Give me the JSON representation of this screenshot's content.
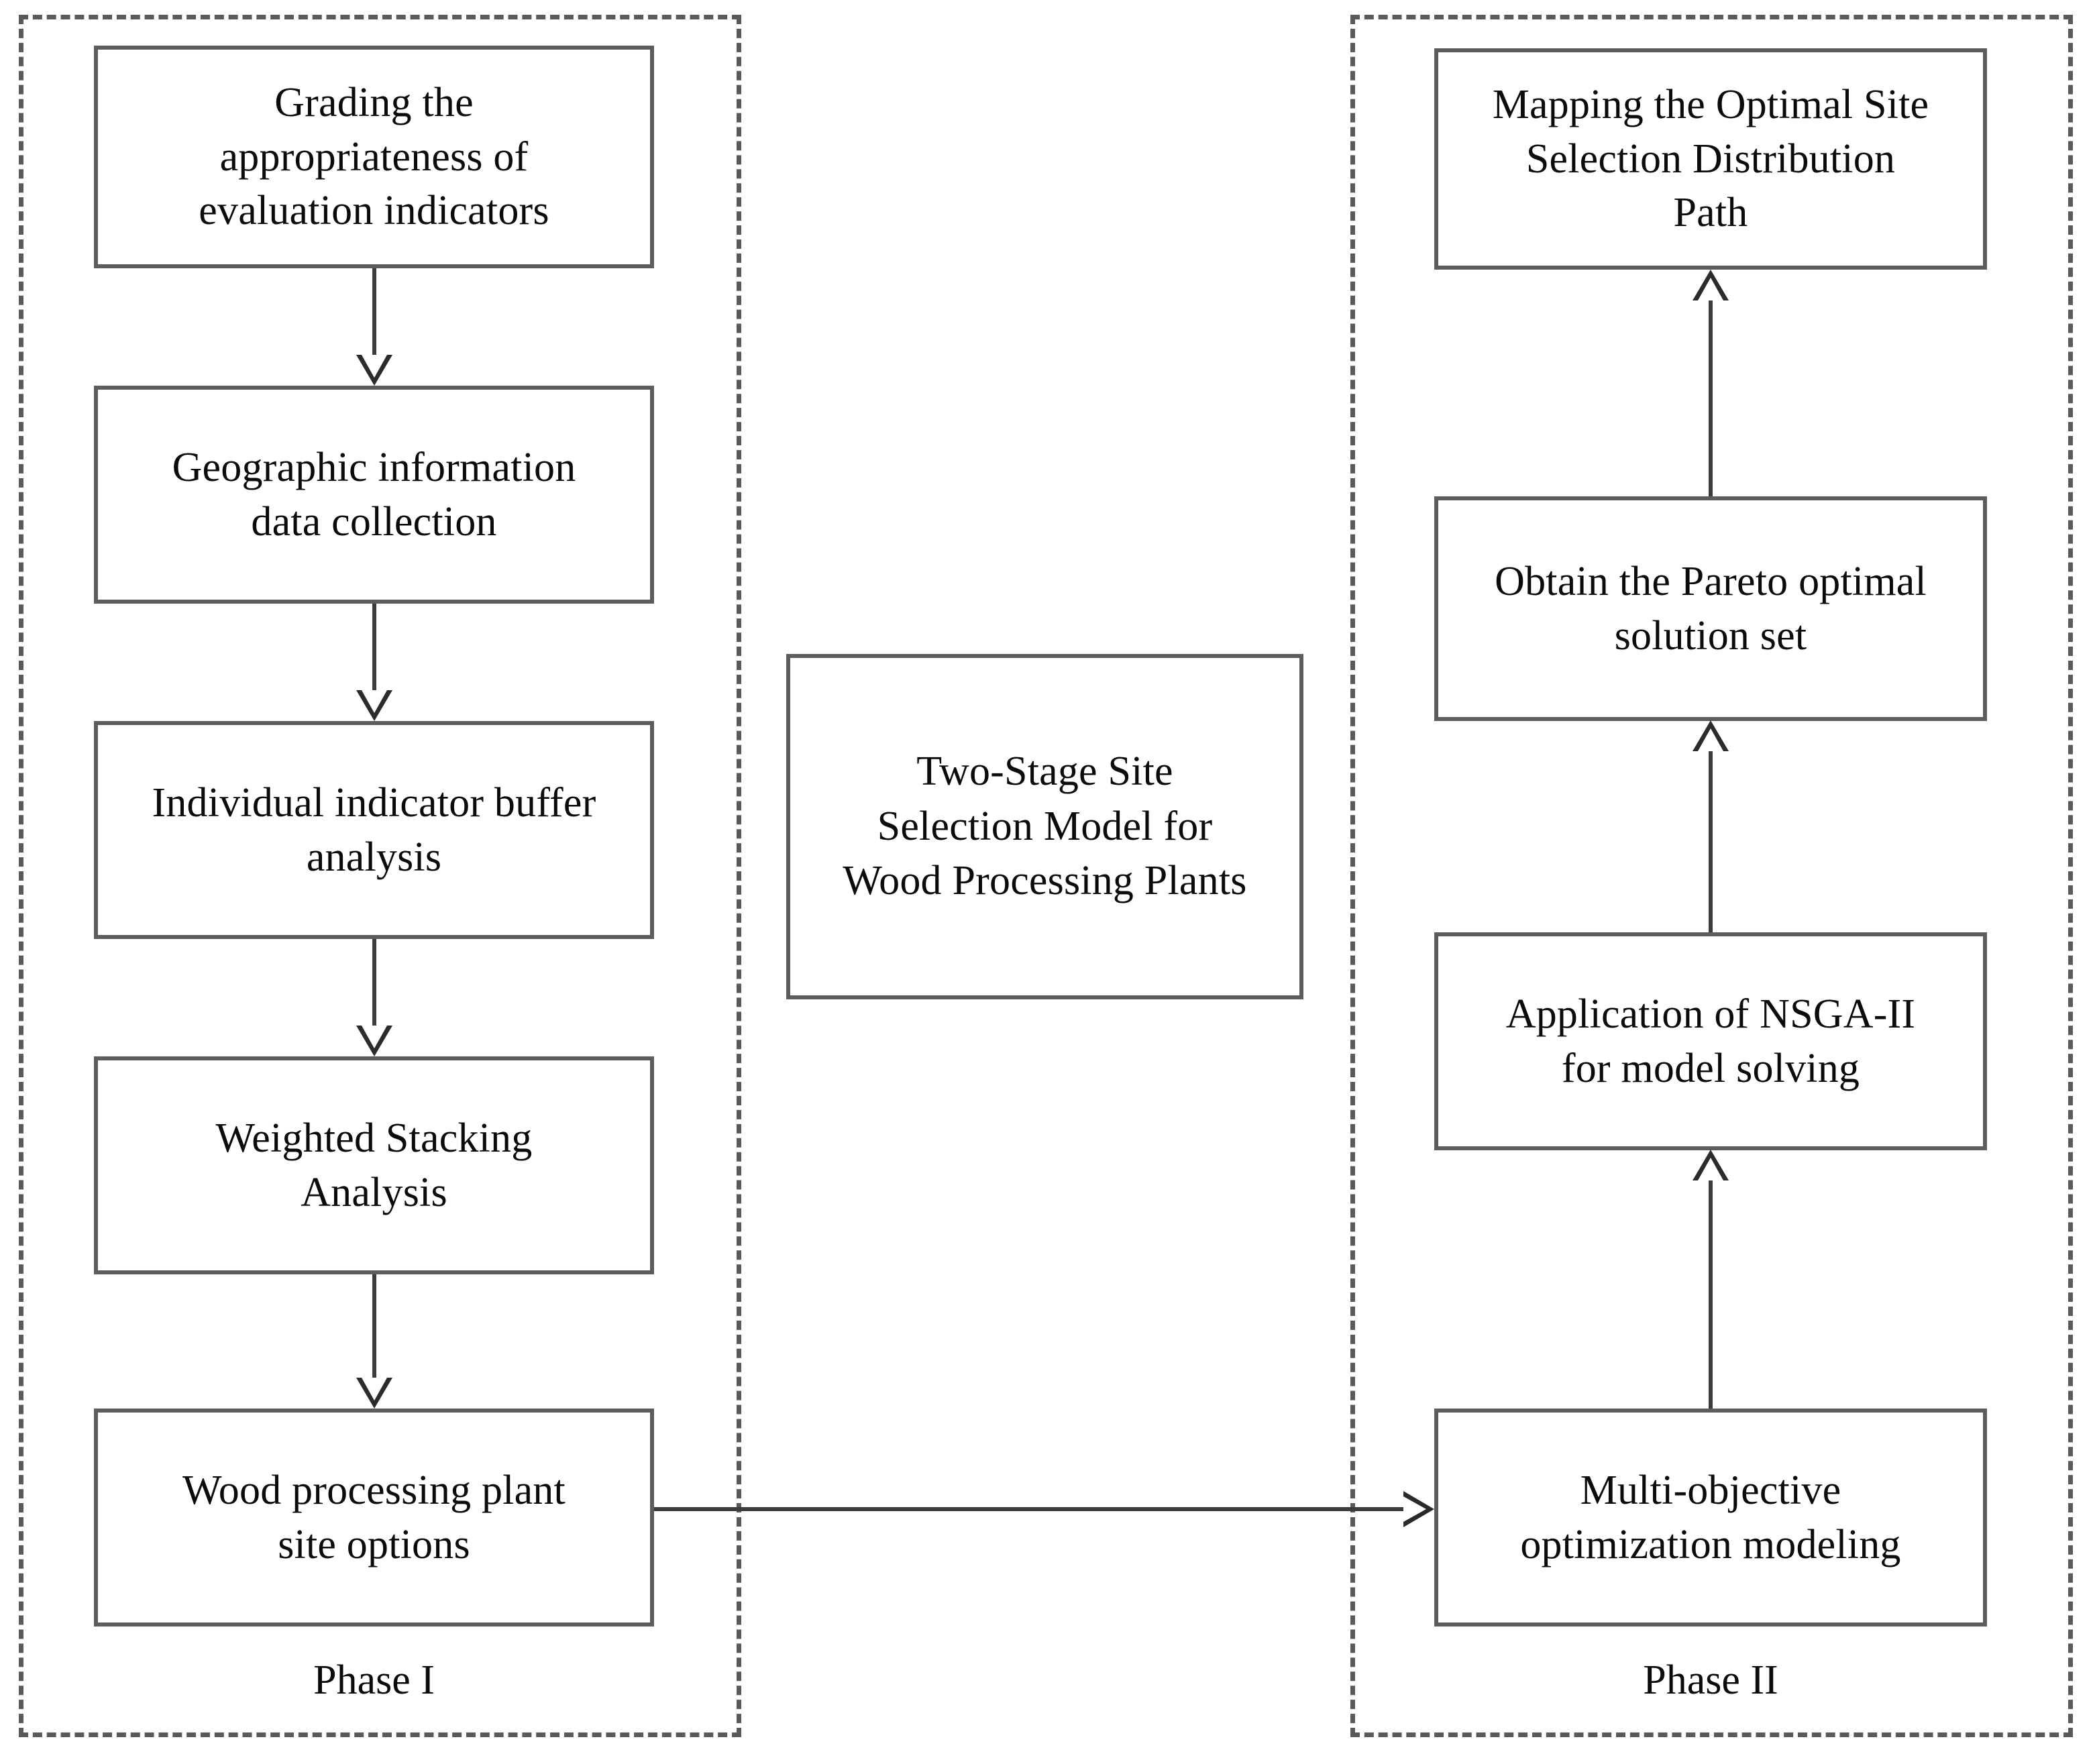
{
  "diagram": {
    "type": "flowchart",
    "orientation": "two-column-phases",
    "phases": [
      {
        "id": "phase-1",
        "label": "Phase I",
        "nodes": [
          {
            "id": "p1-n1",
            "text": "Grading the\nappropriateness of\nevaluation indicators"
          },
          {
            "id": "p1-n2",
            "text": "Geographic information\ndata collection"
          },
          {
            "id": "p1-n3",
            "text": "Individual indicator buffer\nanalysis"
          },
          {
            "id": "p1-n4",
            "text": "Weighted Stacking\nAnalysis"
          },
          {
            "id": "p1-n5",
            "text": "Wood processing plant\nsite options"
          }
        ]
      },
      {
        "id": "phase-2",
        "label": "Phase II",
        "nodes": [
          {
            "id": "p2-n1",
            "text": "Mapping the Optimal Site\nSelection Distribution\nPath"
          },
          {
            "id": "p2-n2",
            "text": "Obtain the Pareto optimal\nsolution set"
          },
          {
            "id": "p2-n3",
            "text": "Application of NSGA-II\nfor model solving"
          },
          {
            "id": "p2-n4",
            "text": "Multi-objective\noptimization modeling"
          }
        ]
      }
    ],
    "center": {
      "id": "center-title",
      "text": "Two-Stage Site\nSelection Model for\nWood Processing Plants"
    },
    "edges": [
      {
        "from": "p1-n1",
        "to": "p1-n2",
        "direction": "down",
        "style": "solid",
        "arrowhead": "hollow-triangle"
      },
      {
        "from": "p1-n2",
        "to": "p1-n3",
        "direction": "down",
        "style": "solid",
        "arrowhead": "hollow-triangle"
      },
      {
        "from": "p1-n3",
        "to": "p1-n4",
        "direction": "down",
        "style": "solid",
        "arrowhead": "hollow-triangle"
      },
      {
        "from": "p1-n4",
        "to": "p1-n5",
        "direction": "down",
        "style": "solid",
        "arrowhead": "hollow-triangle"
      },
      {
        "from": "p1-n5",
        "to": "p2-n4",
        "direction": "right",
        "style": "solid",
        "arrowhead": "hollow-triangle"
      },
      {
        "from": "p2-n4",
        "to": "p2-n3",
        "direction": "up",
        "style": "solid",
        "arrowhead": "hollow-triangle"
      },
      {
        "from": "p2-n3",
        "to": "p2-n2",
        "direction": "up",
        "style": "solid",
        "arrowhead": "hollow-triangle"
      },
      {
        "from": "p2-n2",
        "to": "p2-n1",
        "direction": "up",
        "style": "solid",
        "arrowhead": "hollow-triangle"
      }
    ],
    "colors": {
      "node_border": "#5d5d5d",
      "node_fill": "#ffffff",
      "region_border": "#5a5a5a",
      "connector": "#3c3c3c",
      "text": "#0b0b0b",
      "background": "#ffffff"
    }
  }
}
